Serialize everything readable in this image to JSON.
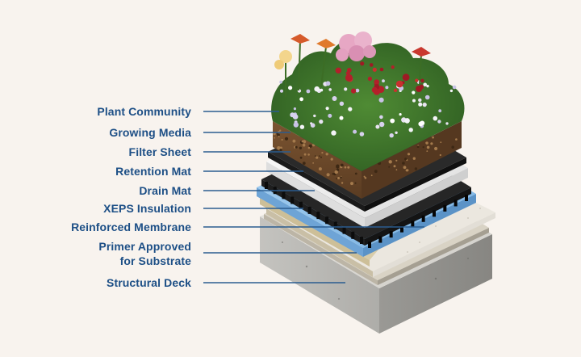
{
  "layers": [
    {
      "label": "Plant Community"
    },
    {
      "label": "Growing Media"
    },
    {
      "label": "Filter Sheet"
    },
    {
      "label": "Retention Mat"
    },
    {
      "label": "Drain Mat"
    },
    {
      "label": "XEPS Insulation"
    },
    {
      "label": "Reinforced Membrane"
    },
    {
      "label": "Primer Approved",
      "label2": "for Substrate"
    },
    {
      "label": "Structural Deck"
    }
  ],
  "colors": {
    "label": "#1d4f86",
    "leader": "#2a5c8f",
    "background": "#f8f3ee",
    "concrete": "#b3b2ae",
    "primer": "#d9d3c5",
    "membrane": "#ddd5c2",
    "insulation": "#8fc0ea",
    "drain_mat": "#1b1b1b",
    "retention_mat": "#f2f2f2",
    "filter_sheet": "#232323",
    "growing_media": "#6e4a2c",
    "plants": "#3f7a2c"
  }
}
